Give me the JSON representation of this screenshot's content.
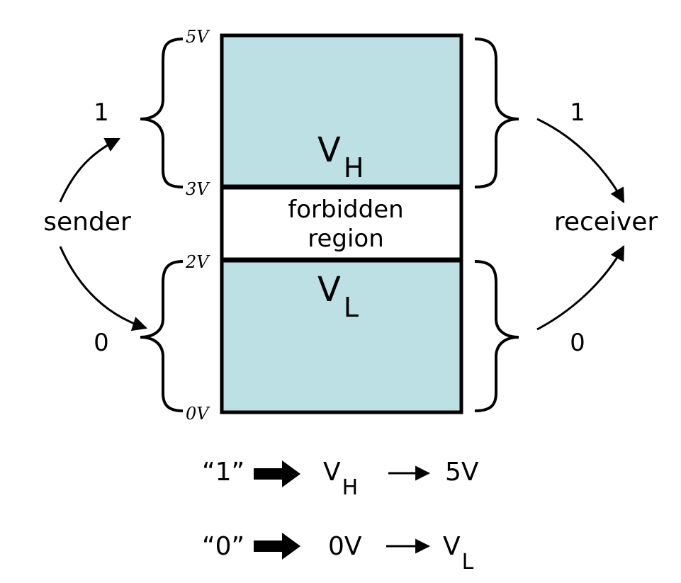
{
  "diagram": {
    "voltage_labels": {
      "v5": "5V",
      "v3": "3V",
      "v2": "2V",
      "v0": "0V"
    },
    "regions": {
      "high": {
        "name": "V",
        "sub": "H"
      },
      "forbidden": {
        "line1": "forbidden",
        "line2": "region"
      },
      "low": {
        "name": "V",
        "sub": "L"
      }
    },
    "sender": {
      "label": "sender",
      "one": "1",
      "zero": "0"
    },
    "receiver": {
      "label": "receiver",
      "one": "1",
      "zero": "0"
    },
    "legend": {
      "row1": {
        "key": "“1”",
        "v": "V",
        "sub": "H",
        "target": "5V"
      },
      "row2": {
        "key": "“0”",
        "source": "0V",
        "v": "V",
        "sub": "L"
      }
    },
    "colors": {
      "band_fill": "#BCE0E4",
      "stroke": "#000000"
    }
  }
}
